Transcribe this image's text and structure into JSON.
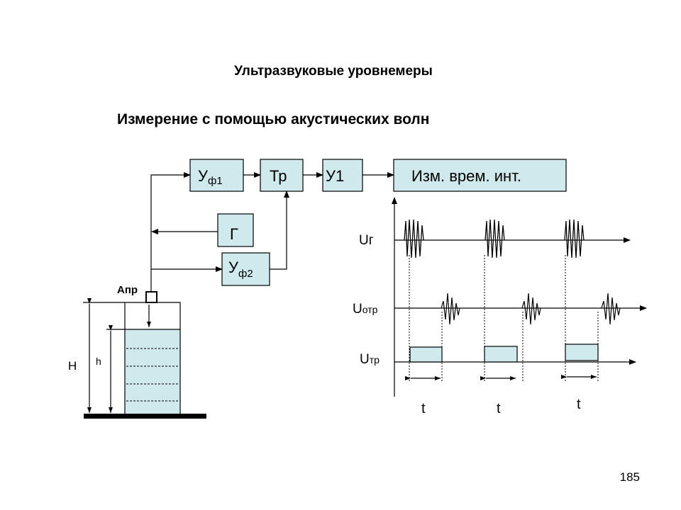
{
  "title": "Ультразвуковые уровнемеры",
  "subtitle": "Измерение с помощью акустических волн",
  "page_number": "185",
  "blocks": {
    "uf1": {
      "main": "У",
      "sub": "ф1"
    },
    "tr": "Тр",
    "u1": "У1",
    "izm": "Изм. врем. инт.",
    "g": "Г",
    "uf2": {
      "main": "У",
      "sub": "ф2"
    }
  },
  "sensor_label": "Апр",
  "tank_labels": {
    "H": "Н",
    "h": "h"
  },
  "signals": {
    "ug": "Uг",
    "uotr": {
      "main": "U",
      "sub": "отр"
    },
    "utr": {
      "main": "U",
      "sub": "тр"
    }
  },
  "interval_label": "t",
  "colors": {
    "block_fill": "#cfe9ec",
    "line": "#000000"
  }
}
